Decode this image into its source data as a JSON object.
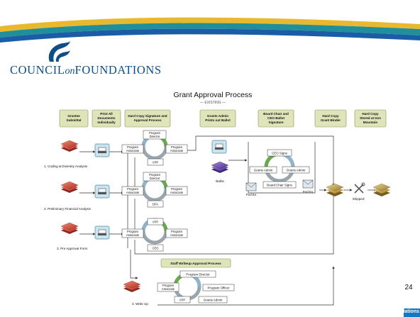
{
  "brand": {
    "logo_text_before": "COUNCIL",
    "logo_text_on": "on",
    "logo_text_after": "FOUNDATIONS",
    "footer_tab_text": "ndations"
  },
  "colors": {
    "brand_blue": "#0d4f86",
    "band_gold": "#e8b92e",
    "band_teal": "#1f8f9b",
    "band_blue": "#1a5da6",
    "header_box": "#dfe5b9"
  },
  "diagram": {
    "title": "Grant Approval Process",
    "subtitle": "— EXISTING —",
    "column_headers": [
      {
        "lines": [
          "Grantee",
          "Submittal"
        ]
      },
      {
        "lines": [
          "Print All",
          "Documents",
          "Individually"
        ]
      },
      {
        "lines": [
          "Hard Copy Signature and",
          "Approval Process"
        ]
      },
      {
        "lines": [
          "Grants Admin",
          "Prints out Ballot"
        ]
      },
      {
        "lines": [
          "Board Chair and",
          "CEO Ballot",
          "Signature"
        ]
      },
      {
        "lines": [
          "Hard Copy",
          "Grant Binder"
        ]
      },
      {
        "lines": [
          "Hard Copy",
          "Stored at Iron",
          "Mountain"
        ]
      }
    ],
    "row_labels": [
      "1. Coding & Diversity Analysis",
      "2. Preliminary Financial Analysis",
      "3. Pre Approval Form",
      "4. Write Up"
    ],
    "cycle1": {
      "top": [
        "Program",
        "Director"
      ],
      "left": [
        "Program",
        "Associate"
      ],
      "right": [
        "Program",
        "Associate"
      ],
      "bottom": "VPP"
    },
    "cycle2": {
      "top": [
        "Program",
        "Director"
      ],
      "left": [
        "Program",
        "Associate"
      ],
      "right": [
        "Program",
        "Associate"
      ],
      "bottom": "DFA"
    },
    "cycle3": {
      "top": "VPP",
      "left": [
        "Program",
        "Associate"
      ],
      "right": [
        "Program",
        "Associate"
      ],
      "bottom": "CEO"
    },
    "ballot_label": "Ballot",
    "ballot_cycle": {
      "top": "CEO Signs",
      "left": "Grants Admin",
      "right": "Grants Admin",
      "bottom": "Board Chair Signs"
    },
    "fedex_left": "Fed Ex",
    "fedex_right": "Fed Ex",
    "shipped_label": "Shipped",
    "staff_writeup": {
      "header": "Staff Writeup Approval Process",
      "top": "Program Director",
      "left": [
        "Program",
        "Associate"
      ],
      "right": "Program Officer",
      "bottom_left": "VPP",
      "bottom_right": "Grants Admin"
    }
  },
  "page_number": "24"
}
